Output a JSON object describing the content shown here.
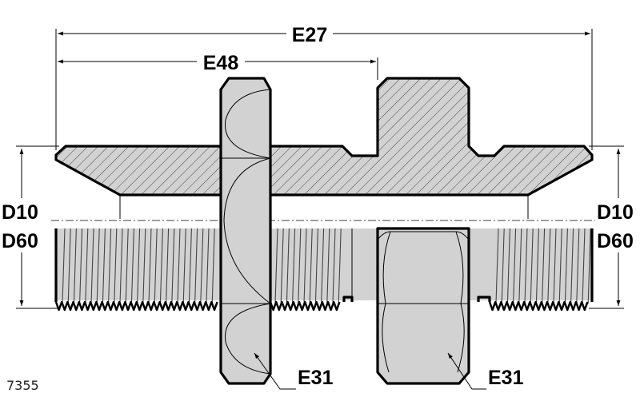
{
  "drawing": {
    "part_code": "7355",
    "labels": {
      "overall_length": "E27",
      "locknut_to_hex": "E48",
      "left_bore": "D10",
      "left_thread": "D60",
      "right_bore": "D10",
      "right_thread": "D60",
      "locknut_hex": "E31",
      "body_hex": "E31"
    },
    "colors": {
      "fill": "#d2d2d2",
      "line": "#000000",
      "background": "#ffffff"
    }
  }
}
